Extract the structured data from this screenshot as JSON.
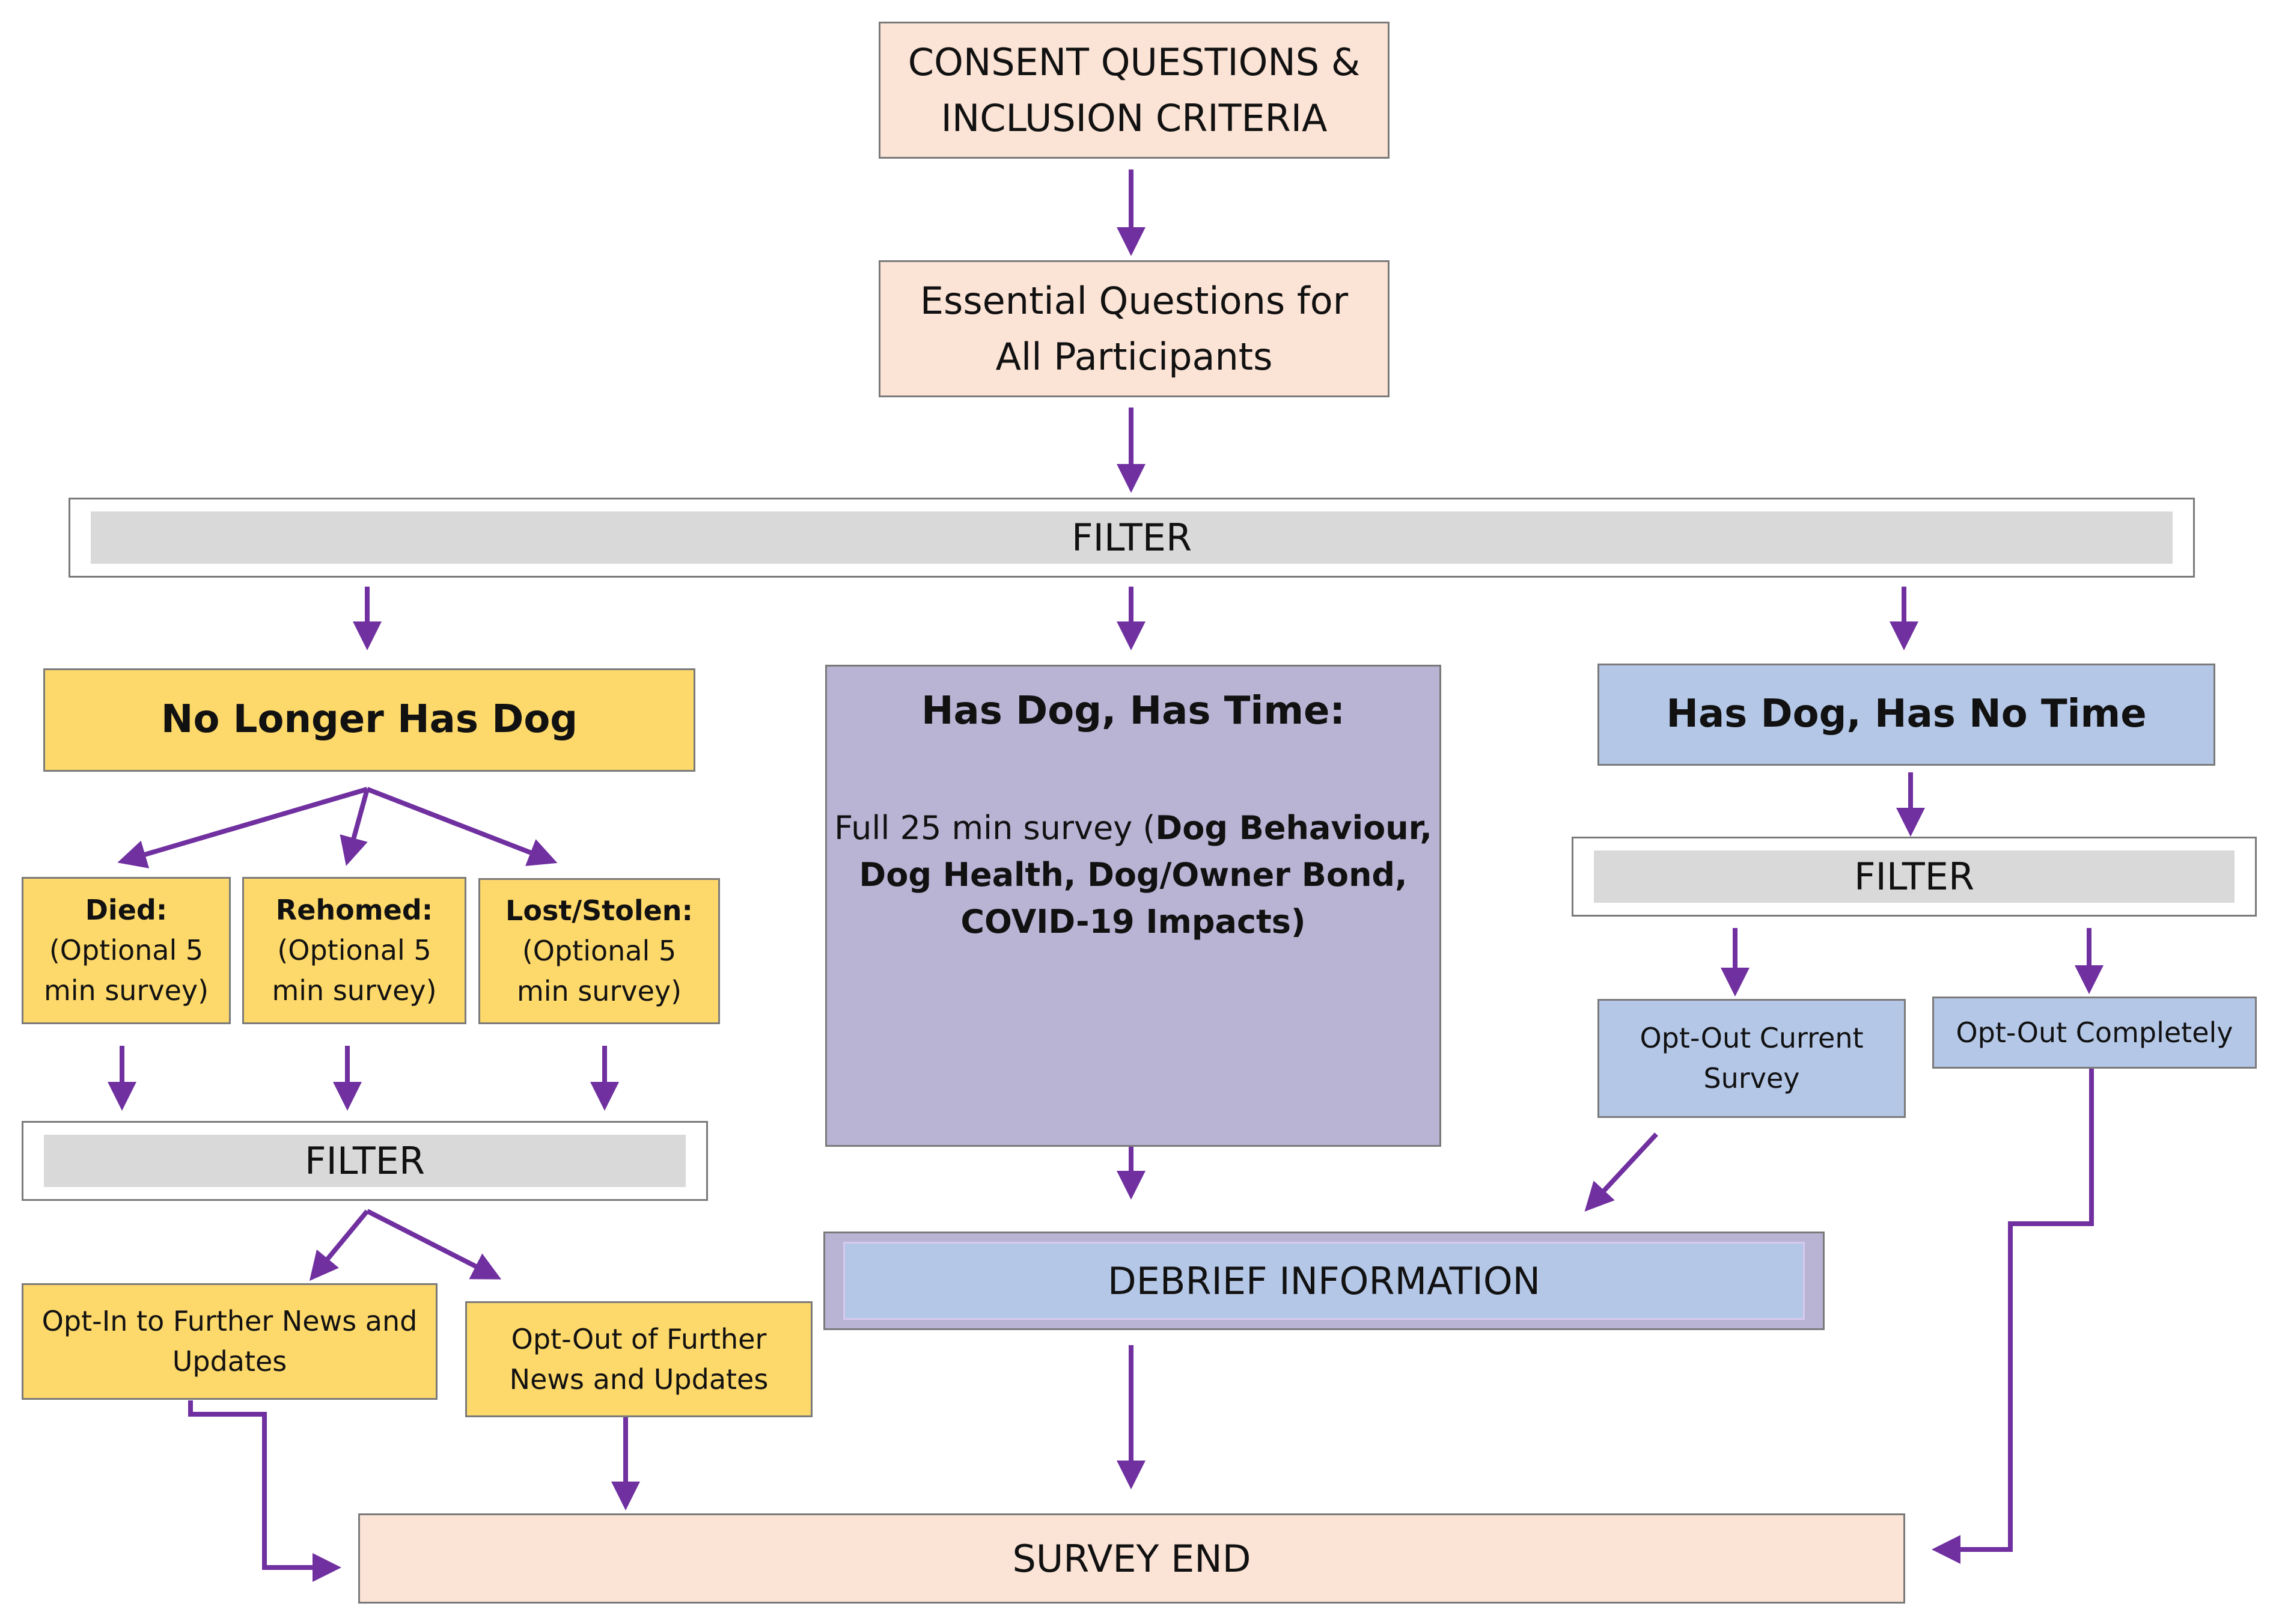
{
  "nodes": {
    "consent": {
      "lines": [
        "CONSENT QUESTIONS &",
        "INCLUSION CRITERIA"
      ]
    },
    "essential": {
      "lines": [
        "Essential Questions for",
        "All Participants"
      ]
    },
    "filter_main": {
      "label": "FILTER"
    },
    "no_longer": {
      "label": "No Longer Has Dog"
    },
    "has_time": {
      "title": "Has Dog, Has Time:",
      "body_prefix": "Full 25 min survey (",
      "body_bold_1": "Dog Behaviour,",
      "body_bold_2": "Dog Health, Dog/Owner Bond,",
      "body_bold_3": "COVID-19 Impacts)"
    },
    "has_no_time": {
      "label": "Has Dog, Has No Time"
    },
    "died": {
      "title": "Died:",
      "lines": [
        "(Optional 5",
        "min survey)"
      ]
    },
    "rehomed": {
      "title": "Rehomed:",
      "lines": [
        "(Optional 5",
        "min survey)"
      ]
    },
    "lost": {
      "title": "Lost/Stolen:",
      "lines": [
        "(Optional 5",
        "min survey)"
      ]
    },
    "filter_left": {
      "label": "FILTER"
    },
    "filter_right": {
      "label": "FILTER"
    },
    "optout_current": {
      "lines": [
        "Opt-Out Current",
        "Survey"
      ]
    },
    "optout_completely": {
      "label": "Opt-Out Completely"
    },
    "optin_news": {
      "lines": [
        "Opt-In to Further News and",
        "Updates"
      ]
    },
    "optout_news": {
      "lines": [
        "Opt-Out of Further",
        "News and Updates"
      ]
    },
    "debrief": {
      "label": "DEBRIEF INFORMATION"
    },
    "survey_end": {
      "label": "SURVEY END"
    }
  },
  "colors": {
    "arrow": "#7030a0",
    "peach": "#fbe3d5",
    "yellow": "#fdd86a",
    "purple": "#b9b3d4",
    "blue": "#b4c7e7",
    "filter_bar": "#d9d9d9"
  }
}
